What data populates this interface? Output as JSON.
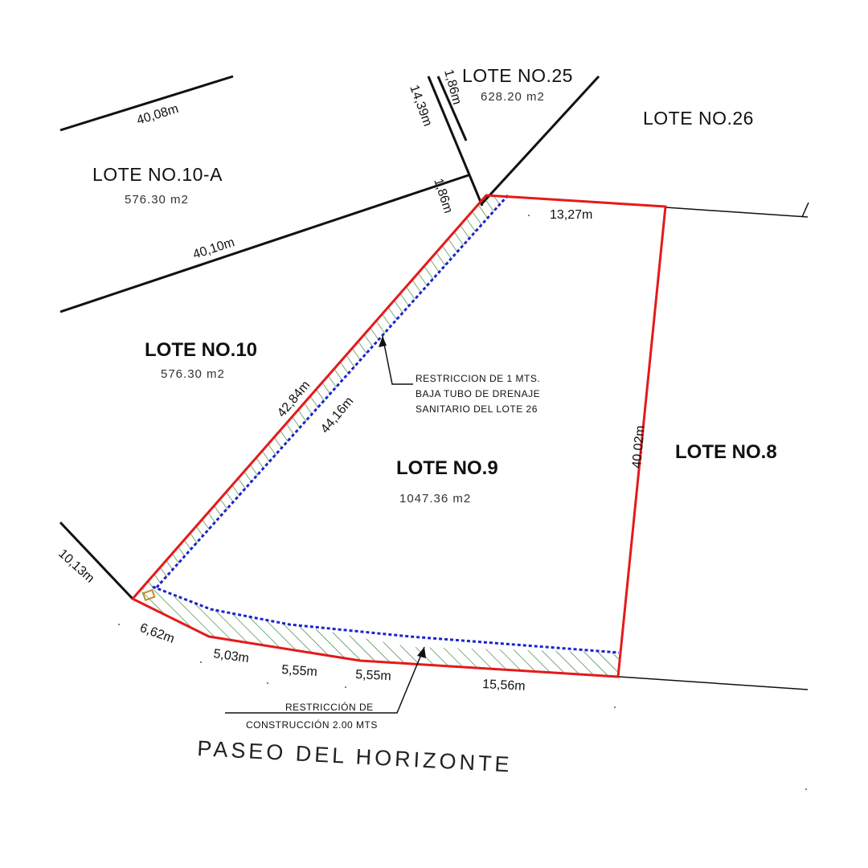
{
  "lots": {
    "lote_25": {
      "name": "LOTE NO.25",
      "area": "628.20 m2"
    },
    "lote_26": {
      "name": "LOTE NO.26"
    },
    "lote_10a": {
      "name": "LOTE NO.10-A",
      "area": "576.30 m2"
    },
    "lote_10": {
      "name": "LOTE NO.10",
      "area": "576.30 m2"
    },
    "lote_9": {
      "name": "LOTE NO.9",
      "area": "1047.36 m2"
    },
    "lote_8": {
      "name": "LOTE NO.8"
    }
  },
  "dimensions": {
    "d_40_08": "40,08m",
    "d_40_10": "40,10m",
    "d_14_39": "14,39m",
    "d_1_86_top": "1,86m",
    "d_1_86": "1,86m",
    "d_13_27": "13,27m",
    "d_42_84": "42,84m",
    "d_44_16": "44,16m",
    "d_40_02": "40.02m",
    "d_10_13": "10,13m",
    "d_6_62": "6,62m",
    "d_5_03": "5,03m",
    "d_5_55_a": "5,55m",
    "d_5_55_b": "5,55m",
    "d_15_56": "15,56m"
  },
  "notes": {
    "drainage": [
      "RESTRICCION DE 1 MTS.",
      "BAJA TUBO DE DRENAJE",
      "SANITARIO DEL LOTE 26"
    ],
    "construction": [
      "RESTRICCIÓN DE",
      "CONSTRUCCIÓN 2.00 MTS"
    ]
  },
  "street": {
    "name": "PASEO DEL HORIZONTE"
  },
  "colors": {
    "lot_boundary": "#e41a1a",
    "restriction_line": "#1a24cc",
    "hatch": "#2e7d32",
    "lines": "#111111"
  }
}
